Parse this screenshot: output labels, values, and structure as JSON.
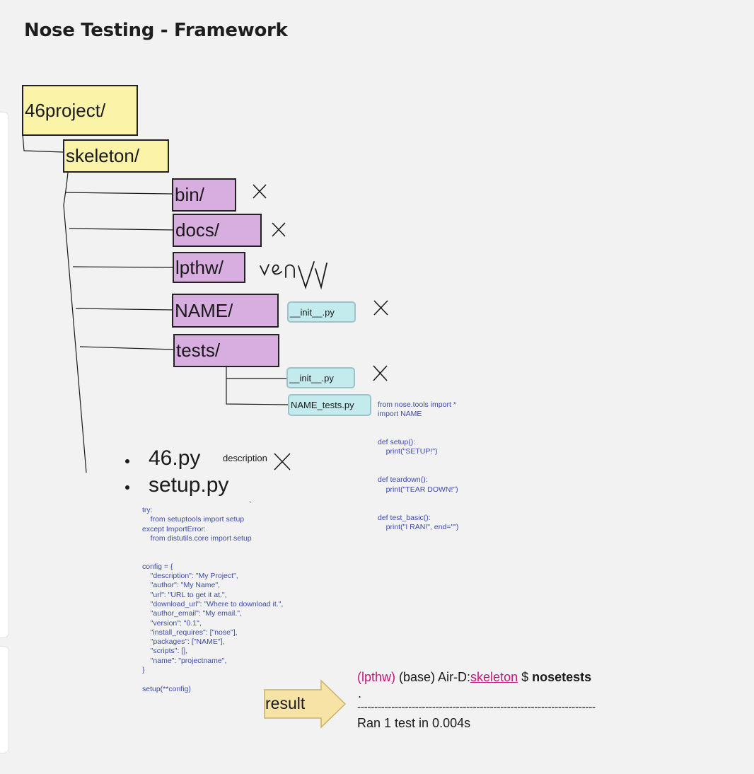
{
  "page": {
    "title": "Nose Testing - Framework"
  },
  "tree": {
    "root": "46project/",
    "skeleton": "skeleton/",
    "folders": {
      "bin": "bin/",
      "docs": "docs/",
      "lpthw": "lpthw/",
      "name": "NAME/",
      "tests": "tests/"
    },
    "files": {
      "name_init": "__init__.py",
      "tests_init": "__init__.py",
      "name_tests": "NAME_tests.py"
    },
    "handwritten_note": "venv"
  },
  "bullets": [
    "46.py",
    "setup.py"
  ],
  "description_label": "description",
  "tests_code": "from nose.tools import *\nimport NAME\n\n\ndef setup():\n    print(\"SETUP!\")\n\n\ndef teardown():\n    print(\"TEAR DOWN!\")\n\n\ndef test_basic():\n    print(\"I RAN!\", end=\"\")",
  "setup_code": "try:\n    from setuptools import setup\nexcept ImportError:\n    from distutils.core import setup\n\n\nconfig = {\n    \"description\": \"My Project\",\n    \"author\": \"My Name\",\n    \"url\": \"URL to get it at.\",\n    \"download_url\": \"Where to download it.\",\n    \"author_email\": \"My email.\",\n    \"version\": \"0.1\",\n    \"install_requires\": [\"nose\"],\n    \"packages\": [\"NAME\"],\n    \"scripts\": [],\n    \"name\": \"projectname\",\n}\n\nsetup(**config)",
  "stray_mark": "`",
  "result": {
    "arrow_label": "result",
    "prompt_env": "(lpthw)",
    "prompt_base": " (base) Air-D:",
    "prompt_dir": "skeleton",
    "prompt_dollar": " $ ",
    "command": "nosetests",
    "dot_line": ".",
    "separator": "----------------------------------------------------------------------",
    "summary": "Ran 1 test in 0.004s"
  },
  "colors": {
    "background": "#f2f2f2",
    "folder_yellow": "#fbf3a7",
    "folder_purple": "#d8ade0",
    "file_cyan": "#c3eaed",
    "code_blue": "#3c4aa8",
    "terminal_pink": "#c2177a",
    "arrow_fill": "#f7e3a6"
  },
  "icons": [
    "x-mark-icon",
    "arrow-right-icon"
  ]
}
